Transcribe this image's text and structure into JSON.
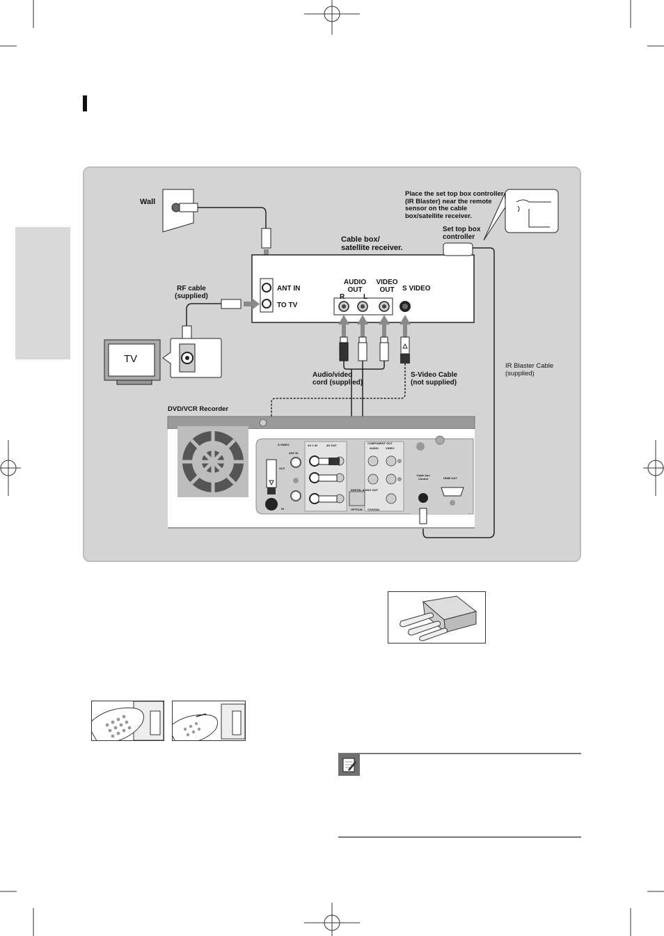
{
  "diagram": {
    "wall_label": "Wall",
    "rf_cable_label": "RF cable\n(supplied)",
    "tv_label": "TV",
    "cable_box_label": "Cable box/\nsatellite receiver.",
    "ant_in_label": "ANT IN",
    "to_tv_label": "TO TV",
    "audio_out_label": "AUDIO\nOUT",
    "video_out_label": "VIDEO\nOUT",
    "s_video_label": "S VIDEO",
    "r_label": "R",
    "l_label": "L",
    "ir_note": "Place the set top box controller\n(IR Blaster) near the remote\nsensor on the cable\nbox/satellite receiver.",
    "set_top_box_controller_label": "Set top box\ncontroller",
    "av_cord_label": "Audio/video\ncord (supplied)",
    "svideo_cable_label": "S-Video Cable\n(not supplied)",
    "ir_blaster_cable_label": "IR Blaster Cable\n(supplied)",
    "recorder_label": "DVD/VCR Recorder",
    "panel": {
      "svideo_label": "S-VIDEO",
      "ant_in_label": "ANT IN",
      "out_label": "OUT",
      "av1_in_label": "AV 1 IN",
      "av_out_label": "AV OUT",
      "component_out_label": "COMPONENT OUT",
      "audio_label": "AUDIO",
      "video_label": "VIDEO",
      "digital_audio_out_label": "DIGITAL AUDIO OUT",
      "optical_label": "OPTICAL",
      "coaxial_label": "COAXIAL",
      "cable_box_control_label": "Cable box\nControl",
      "hdmi_out_label": "HDMI OUT",
      "in_label": "IN"
    }
  },
  "colors": {
    "panel_bg": "#d4d4d4",
    "sidebar_bg": "#d9d9d9",
    "arrow": "#8a8a8a",
    "box_stroke": "#222222"
  }
}
